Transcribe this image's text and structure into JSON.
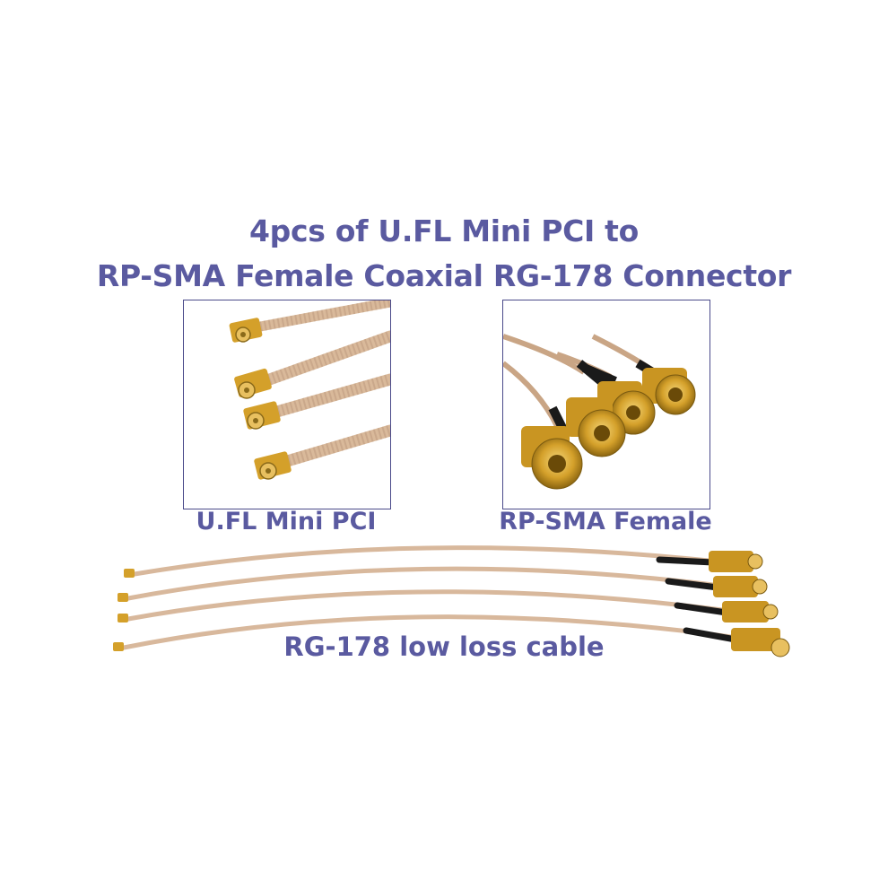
{
  "title": {
    "line1": "4pcs of U.FL  Mini PCI to",
    "line2": "RP-SMA Female Coaxial RG-178 Connector"
  },
  "panels": {
    "left_caption": "U.FL Mini PCI",
    "right_caption": "RP-SMA Female"
  },
  "cable_caption": "RG-178 low loss cable",
  "colors": {
    "text": "#5a5aa0",
    "border": "#4a4a8a",
    "cable": "#d8b89c",
    "gold": "#d4a02a",
    "black_sleeve": "#1a1a1a"
  }
}
